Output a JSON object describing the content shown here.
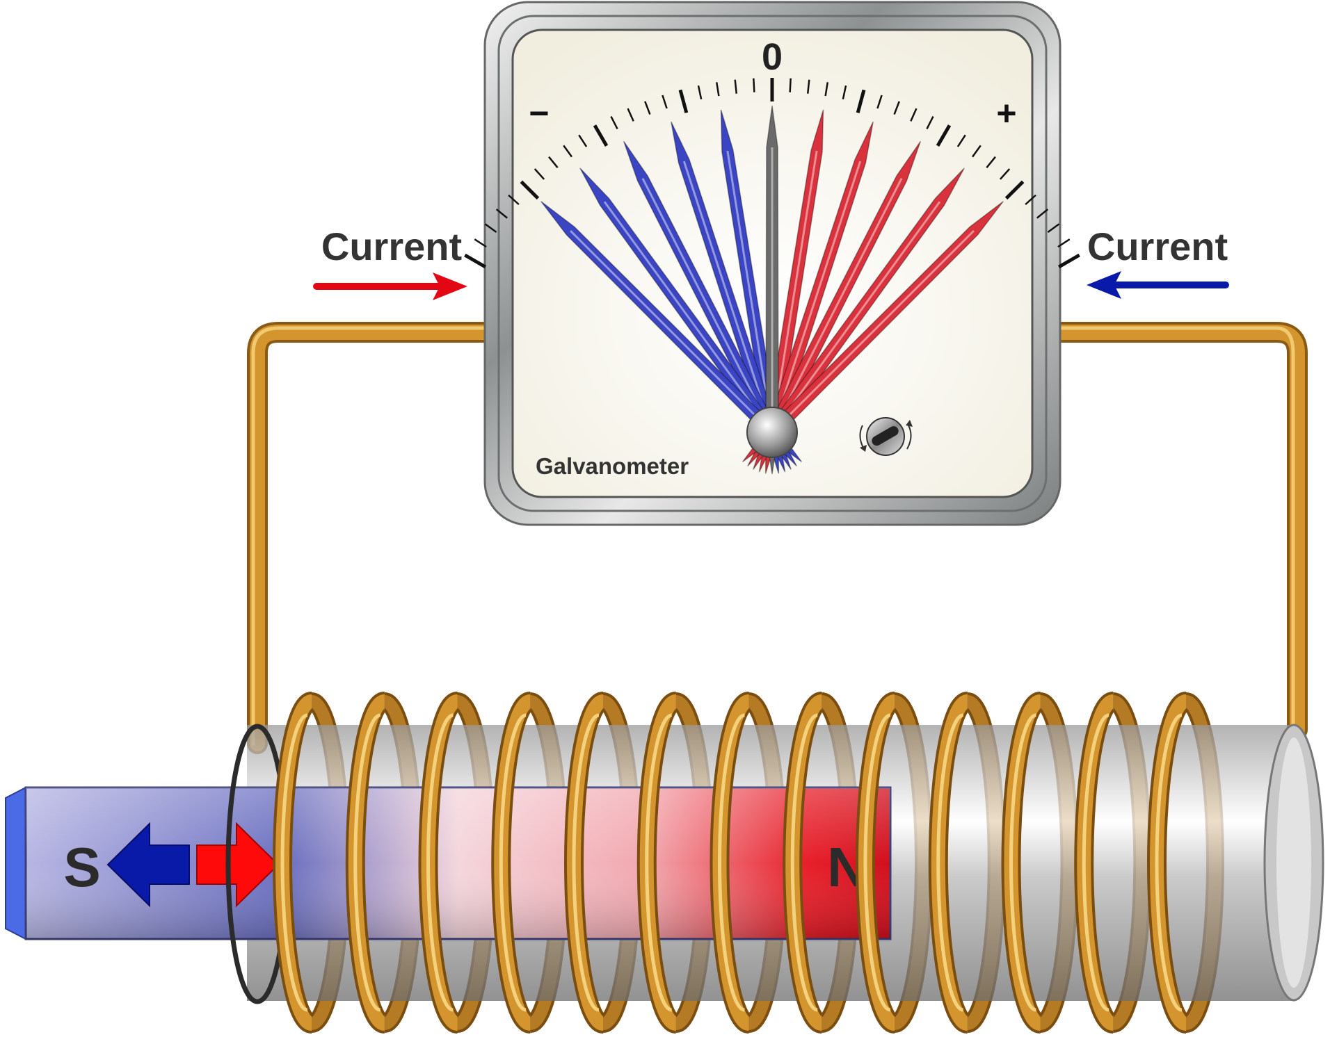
{
  "galvanometer": {
    "title": "Galvanometer",
    "zero_label": "0",
    "minus_label": "−",
    "plus_label": "+"
  },
  "arrows": {
    "left_label": "Current",
    "right_label": "Current"
  },
  "magnet": {
    "south_label": "S",
    "north_label": "N"
  },
  "colors": {
    "wire": "#d4952e",
    "current_left": "#e30613",
    "current_right": "#0a1aa8",
    "needle_negative": "#3b45c4",
    "needle_positive": "#d9323c",
    "magnet_south": "#6a6fc0",
    "magnet_north": "#e8202a"
  },
  "coil": {
    "turns": 13
  },
  "needles": {
    "negative_count": 5,
    "positive_count": 5
  }
}
